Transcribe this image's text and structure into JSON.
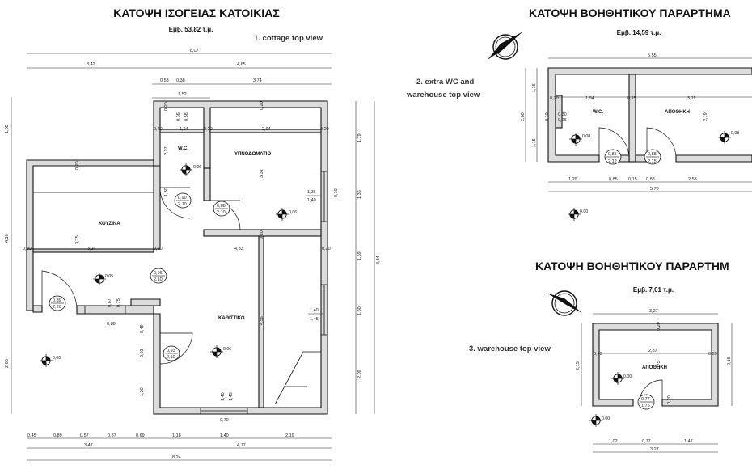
{
  "titles": {
    "cottage": "ΚΑΤΟΨΗ ΙΣΟΓΕΙΑΣ ΚΑΤΟΙΚΙΑΣ",
    "cottage_area": "Εμβ. 53,82 τ.μ.",
    "annex1": "ΚΑΤΟΨΗ ΒΟΗΘΗΤΙΚΟΥ ΠΑΡΑΡΤΗΜΑ",
    "annex1_area": "Εμβ. 14,59 τ.μ.",
    "annex2": "ΚΑΤΟΨΗ ΒΟΗΘΗΤΙΚΟΥ ΠΑΡΑΡΤΗΜ",
    "annex2_area": "Εμβ. 7,01 τ.μ."
  },
  "views": {
    "v1": "1. cottage top view",
    "v2a": "2. extra WC and",
    "v2b": "warehouse top view",
    "v3": "3. warehouse top view"
  },
  "rooms": {
    "wc": "W.C.",
    "bedroom": "ΥΠΝΟΔΩΜΑΤΙΟ",
    "kitchen": "ΚΟΥΖΙΝΑ",
    "living": "ΚΑΘΙΣΤΙΚΟ",
    "wc2": "W.C.",
    "storage": "ΑΠΟΘΗΚΗ",
    "storage2": "ΑΠΟΘΗΚΗ"
  },
  "cottage_dims": {
    "total_top": "8,07",
    "top_left": "3,42",
    "top_right": "4,65",
    "seg_053": "0,53",
    "seg_038": "0,38",
    "seg_374": "3,74",
    "wc_top": "1,52",
    "left_160": "1,60",
    "left_416": "4,16",
    "left_266": "2,66",
    "right_179": "1,79",
    "right_136": "1,36",
    "right_169": "1,69",
    "right_160": "1,60",
    "right_209": "2,09",
    "right_834": "8,34",
    "wc_width": "1,24",
    "bed_width": "2,94",
    "kit_width": "3,24",
    "liv_width": "4,33",
    "d_020a": "0,20",
    "d_020b": "0,20",
    "d_020c": "0,20",
    "d_020d": "0,20",
    "d_020e": "0,20",
    "d_020f": "0,20",
    "d_020g": "0,20",
    "d_020h": "0,20",
    "d_020i": "0,20",
    "h_227": "2,27",
    "h_331": "3,31",
    "h_375": "3,75",
    "h_456": "4,56",
    "h_075": "0,75",
    "h_087": "0,87",
    "h_088": "0,88",
    "h_049": "0,49",
    "h_093": "0,93",
    "h_120": "1,20",
    "h_010": "0,10",
    "h_010b": "0,10",
    "h_036": "0,36",
    "h_058": "0,58",
    "h_130": "1,30",
    "win1_w": "1,36",
    "win1_h": "1,40",
    "win2_w": "1,40",
    "win2_h": "1,45",
    "win3_w": "1,40",
    "win3_h": "1,45",
    "win3_b": "0,70",
    "b_045": "0,45",
    "b_089": "0,89",
    "b_057": "0,57",
    "b_087": "0,87",
    "b_069": "0,69",
    "b_118": "1,18",
    "b_140": "1,40",
    "b_219": "2,19",
    "b_347": "3,47",
    "b_477": "4,77",
    "b_824": "8,24"
  },
  "doors_cottage": [
    {
      "w": "0,90",
      "h": "2,10"
    },
    {
      "w": "0,88",
      "h": "2,10"
    },
    {
      "w": "0,96",
      "h": "2,10"
    },
    {
      "w": "0,89",
      "h": "2,20"
    },
    {
      "w": "0,93",
      "h": "2,10"
    }
  ],
  "levels_cottage": {
    "l1": "0,06",
    "l2": "0,06",
    "l3": "0,05",
    "l4": "0,06",
    "l5": "0,00"
  },
  "annex1_dims": {
    "top": "5,55",
    "left_115a": "1,15",
    "left_260": "2,60",
    "left_115b": "1,15",
    "wc_w": "1,94",
    "st_w": "3,11",
    "d_020a": "0,20",
    "d_015": "0,15",
    "d_030": "0,30",
    "d_026": "0,26",
    "d_010": "0,10",
    "d_219": "2,19",
    "b_129": "1,29",
    "b_085": "0,85",
    "b_015": "0,15",
    "b_088": "0,88",
    "b_253": "2,53",
    "b_570": "5,70"
  },
  "doors_annex1": [
    {
      "w": "0,85",
      "h": "2,12"
    },
    {
      "w": "0,88",
      "h": "2,15"
    }
  ],
  "levels_annex1": {
    "l1": "0,08",
    "l2": "0,08",
    "l3": "0,00"
  },
  "annex2_dims": {
    "top": "3,27",
    "inner": "2,87",
    "d_020a": "0,20",
    "d_020b": "0,20",
    "d_020c": "0,20",
    "d_020d": "0,20",
    "h_175": "1,75",
    "left_215": "2,15",
    "right_215": "2,15",
    "b_102": "1,02",
    "b_077": "0,77",
    "b_147": "1,47",
    "b_327": "3,27"
  },
  "doors_annex2": [
    {
      "w": "0,77",
      "h": "1,75"
    }
  ],
  "levels_annex2": {
    "l1": "0,00",
    "l2": "0,00"
  }
}
